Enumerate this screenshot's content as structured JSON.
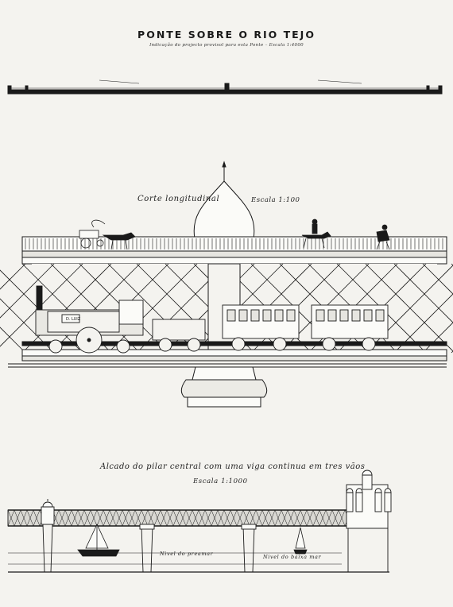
{
  "title": "PONTE SOBRE O RIO TEJO",
  "subtitle": "Indicação do projecto provisol para esta Ponte – Escala 1:4000",
  "section": {
    "label": "Corte longitudinal",
    "scale": "Escala 1:100"
  },
  "wagon_tag": "D. LUIZ",
  "elevation": {
    "label": "Alcado do pilar central com uma viga continua em tres vãos",
    "scale": "Escala 1:1000"
  },
  "levels": {
    "high_tide": "Nivel do preamar",
    "low_tide": "Nivel do baixa mar"
  },
  "colors": {
    "paper": "#f4f3ef",
    "ink": "#1a1a1a"
  }
}
